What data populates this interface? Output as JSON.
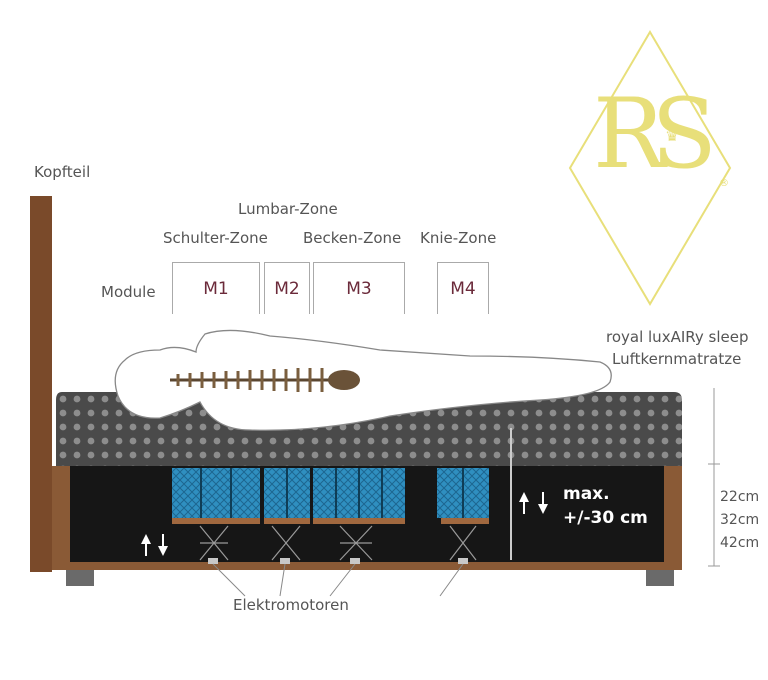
{
  "labels": {
    "headboard": "Kopfteil",
    "lumbar_zone": "Lumbar-Zone",
    "shoulder_zone": "Schulter-Zone",
    "pelvis_zone": "Becken-Zone",
    "knee_zone": "Knie-Zone",
    "modules": "Module",
    "product_line1": "royal luxAIRy sleep",
    "product_line2": "Luftkernmatratze",
    "motors": "Elektromotoren",
    "max_line1": "max.",
    "max_line2": "+/-30 cm"
  },
  "modules": [
    "M1",
    "M2",
    "M3",
    "M4"
  ],
  "heights": [
    "22cm",
    "32cm",
    "42cm"
  ],
  "logo": {
    "letters": "RS",
    "mark": "®",
    "color": "#e8df7a"
  },
  "colors": {
    "wood": "#7a4a2a",
    "mattress": "#4a4a4a",
    "spring_blue": "#2f8fc0",
    "base": "#1a1a1a"
  }
}
